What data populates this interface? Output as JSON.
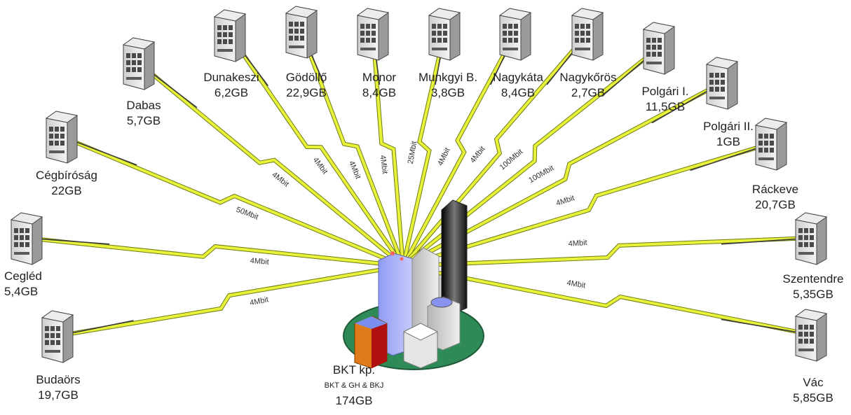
{
  "hub": {
    "name": "BKT kp.",
    "sub": "BKT & GH & BKJ",
    "size": "174GB"
  },
  "sites": [
    {
      "name": "Cegléd",
      "size": "5,4GB",
      "bandwidth": "4Mbit"
    },
    {
      "name": "Budaörs",
      "size": "19,7GB",
      "bandwidth": "4Mbit"
    },
    {
      "name": "Cégbíróság",
      "size": "22GB",
      "bandwidth": "50Mbit"
    },
    {
      "name": "Dabas",
      "size": "5,7GB",
      "bandwidth": "4Mbit"
    },
    {
      "name": "Dunakeszi",
      "size": "6,2GB",
      "bandwidth": "4Mbit"
    },
    {
      "name": "Gödöllő",
      "size": "22,9GB",
      "bandwidth": "4Mbit"
    },
    {
      "name": "Monor",
      "size": "8,4GB",
      "bandwidth": "4Mbit"
    },
    {
      "name": "Munkgyi B.",
      "size": "3,8GB",
      "bandwidth": "25Mbit"
    },
    {
      "name": "Nagykáta",
      "size": "8,4GB",
      "bandwidth": "4Mbit"
    },
    {
      "name": "Nagykőrös",
      "size": "2,7GB",
      "bandwidth": "4Mbit"
    },
    {
      "name": "Polgári I.",
      "size": "11,5GB",
      "bandwidth": "100Mbit"
    },
    {
      "name": "Polgári II.",
      "size": "1GB",
      "bandwidth": "100Mbit"
    },
    {
      "name": "Ráckeve",
      "size": "20,7GB",
      "bandwidth": "4Mbit"
    },
    {
      "name": "Szentendre",
      "size": "5,35GB",
      "bandwidth": "4Mbit"
    },
    {
      "name": "Vác",
      "size": "5,85GB",
      "bandwidth": "4Mbit"
    }
  ],
  "colors": {
    "bolt": "#e8f23a",
    "bolt_edge": "#6e7a10",
    "line": "#3a3a3a",
    "island": "#2e8b57",
    "building_face": "#d8d8d8"
  }
}
